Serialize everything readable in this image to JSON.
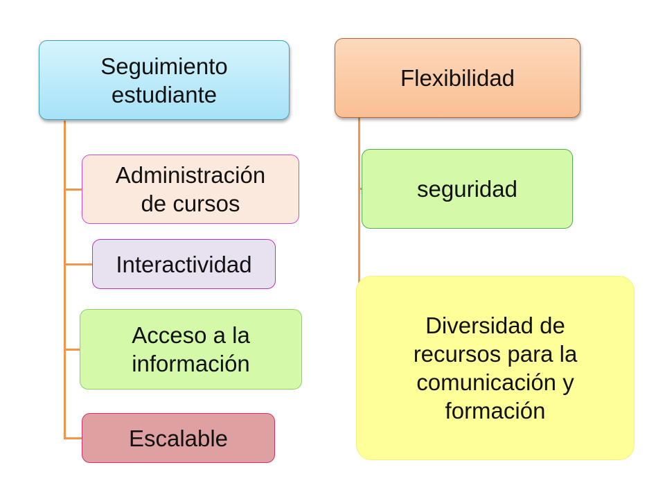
{
  "diagram": {
    "type": "hierarchy",
    "connector_color": "#f0954a",
    "columns": [
      {
        "header": {
          "label": "Seguimiento\nestudiante",
          "fill": "#b5e7f8",
          "border": "#3f9fbf"
        },
        "children": [
          {
            "label": "Administración\nde cursos",
            "fill": "#fce9dd",
            "border": "#d24ad2"
          },
          {
            "label": "Interactividad",
            "fill": "#e8e2f0",
            "border": "#c22bc2"
          },
          {
            "label": "Acceso a la\ninformación",
            "fill": "#d4f9a8",
            "border": "#8fd06b"
          },
          {
            "label": "Escalable",
            "fill": "#dea0a0",
            "border": "#d0306a"
          }
        ]
      },
      {
        "header": {
          "label": "Flexibilidad",
          "fill": "#fbc8a2",
          "border": "#b6672f"
        },
        "children": [
          {
            "label": "seguridad",
            "fill": "#d4f9a8",
            "border": "#4fb04f"
          },
          {
            "label": "Diversidad de\nrecursos para la\ncomunicación y\nformación",
            "fill": "#ffff99",
            "border": "#f6f080"
          }
        ]
      }
    ]
  }
}
